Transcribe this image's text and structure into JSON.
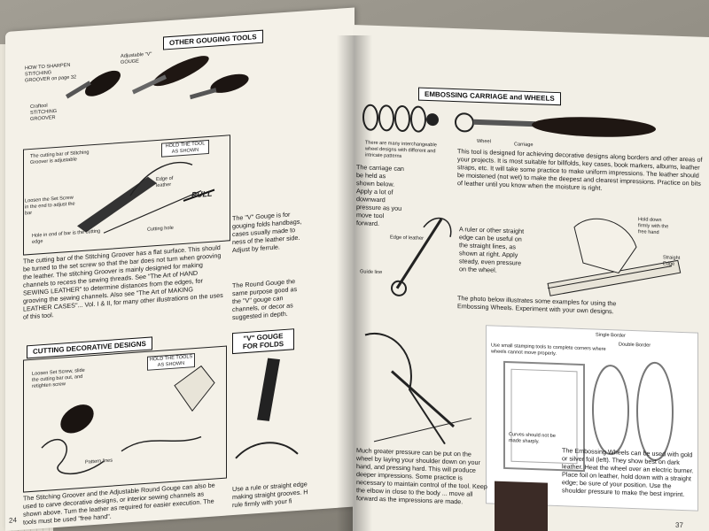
{
  "left_page": {
    "header": "OTHER GOUGING TOOLS",
    "labels": {
      "how_to_sharpen": "HOW TO SHARPEN STITCHING GROOVER on page 32",
      "adjustable_v": "Adjustable \"V\" GOUGE",
      "craftool_groover": "Craftool STITCHING GROOVER",
      "cutting_bar": "The cutting bar of Stitching Groover is adjustable",
      "hold_tool": "HOLD THE TOOL AS SHOWN",
      "edge_leather": "Edge of leather",
      "pull": "PULL",
      "loosen_set": "Loosen the Set Screw in the end to adjust the bar",
      "hole_end": "Hole in end of bar is the cutting edge",
      "cutting_hole": "Cutting hole"
    },
    "groover_text": "The cutting bar of the Stitching Groover has a flat surface. This should be turned to the set screw so that the bar does not turn when grooving the leather. The stitching Groover is mainly designed for making channels to recess the sewing threads. See \"The Art of HAND SEWING LEATHER\" to determine distances from the edges, for grooving the sewing channels. Also see \"The Art of MAKING LEATHER CASES\"... Vol. I & II, for many other illustrations on the uses of this tool.",
    "v_gouge_text": "The \"V\" Gouge is for gouging folds handbags, cases usually made to ness of the leather side. Adjust by ferrule.",
    "round_gouge_text": "The Round Gouge the same purpose good as the \"V\" gouge can channels, or decor as suggested in depth.",
    "cutting_header": "CUTTING DECORATIVE DESIGNS",
    "hold_tools": "HOLD THE TOOLS AS SHOWN",
    "v_folds_header": "\"V\" GOUGE FOR FOLDS",
    "loosen_screw": "Loosen Set Screw, slide the cutting bar out, and retighten screw",
    "pattern_lines": "Pattern lines",
    "bottom_text": "The Stitching Groover and the Adjustable Round Gouge can also be used to carve decorative designs, or interior sewing channels as shown above. Turn the leather as required for easier execution. The tools must be used \"free hand\".",
    "ruler_text": "Use a rule or straight edge making straight grooves. H rule firmly with your fi",
    "page_number": "24"
  },
  "right_page": {
    "header": "EMBOSSING CARRIAGE and WHEELS",
    "wheel_label": "Wheel",
    "carriage_label": "Carriage",
    "interchangeable": "There are many interchangeable wheel designs with different and intricate patterns",
    "carriage_text": "The carriage can be held as shown below. Apply a lot of downward pressure as you move tool forward.",
    "edge_leather": "Edge of leather",
    "guide_line": "Guide line",
    "tool_text": "This tool is designed for achieving decorative designs along borders and other areas of your projects. It is most suitable for billfolds, key cases, book markers, albums, leather straps, etc. It will take some practice to make uniform impressions. The leather should be moistened (not wet) to make the deepest and clearest impressions. Practice on bits of leather until you know when the moisture is right.",
    "ruler_text": "A ruler or other straight edge can be useful on the straight lines, as shown at right. Apply steady, even pressure on the wheel.",
    "hold_down": "Hold down firmly with the free hand",
    "straight_edge": "Straight Edge",
    "photo_text": "The photo below illustrates some examples for using the Embossing Wheels. Experiment with your own designs.",
    "single_border": "Single Border",
    "double_border": "Double Border",
    "stamping": "Use small stamping tools to complete corners where wheels cannot move properly.",
    "curves": "Curves should not be made sharply.",
    "emboss_text": "The Embossing Wheels can be used with gold or silver foil (left). They show best on dark leather. Heat the wheel over an electric burner. Place foil on leather, hold down with a straight edge; be sure of your position. Use the shoulder pressure to make the best imprint.",
    "pressure_text": "Much greater pressure can be put on the wheel by laying your shoulder down on your hand, and pressing hard. This will produce deeper impressions. Some practice is necessary to maintain control of the tool. Keep the elbow in close to the body ... move all forward as the impressions are made.",
    "page_number": "37"
  }
}
